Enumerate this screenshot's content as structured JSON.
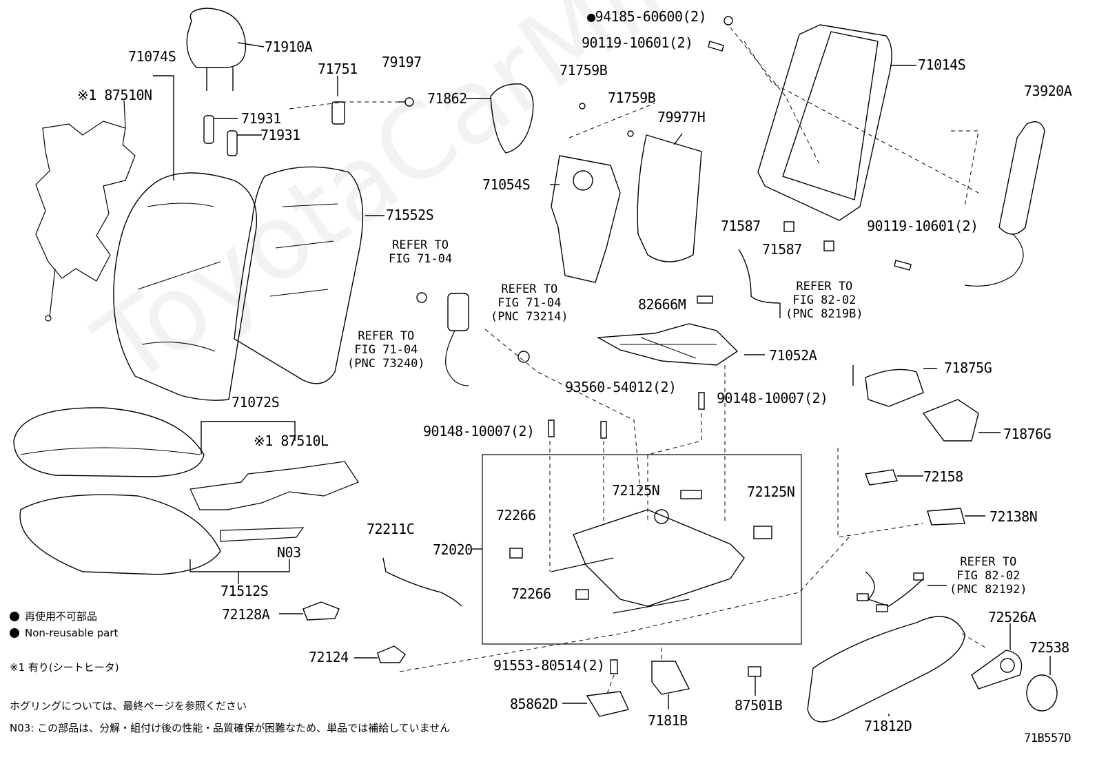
{
  "watermark": "ToyotaCarMine.ru",
  "figure_code": "71B557D",
  "parts": {
    "p71910A": "71910A",
    "p71074S": "71074S",
    "p87510N": "※1 87510N",
    "p71931a": "71931",
    "p71931b": "71931",
    "p71751": "71751",
    "p79197": "79197",
    "p71862": "71862",
    "p71759Ba": "71759B",
    "p71759Bb": "71759B",
    "p94185": "●94185-60600(2)",
    "p90119a": "90119-10601(2)",
    "p71014S": "71014S",
    "p73920A": "73920A",
    "p79977H": "79977H",
    "p71054S": "71054S",
    "p71552S": "71552S",
    "p71587a": "71587",
    "p71587b": "71587",
    "p90119b": "90119-10601(2)",
    "p82666M": "82666M",
    "p71052A": "71052A",
    "p71875G": "71875G",
    "p93560": "93560-54012(2)",
    "p90148a": "90148-10007(2)",
    "p90148b": "90148-10007(2)",
    "p71876G": "71876G",
    "p71072S": "71072S",
    "p87510L": "※1 87510L",
    "p72158": "72158",
    "p72125Na": "72125N",
    "p72125Nb": "72125N",
    "p72138N": "72138N",
    "p72266a": "72266",
    "p72266b": "72266",
    "p72211C": "72211C",
    "p72020": "72020",
    "pN03": "N03",
    "p71512S": "71512S",
    "p72128A": "72128A",
    "p72124": "72124",
    "p72526A": "72526A",
    "p72538": "72538",
    "p91553": "91553-80514(2)",
    "p85862D": "85862D",
    "p7181B": "7181B",
    "p87501B": "87501B",
    "p71812D": "71812D"
  },
  "refs": {
    "r1": [
      "REFER TO",
      "FIG 71-04"
    ],
    "r2": [
      "REFER TO",
      "FIG 71-04",
      "(PNC 73214)"
    ],
    "r3": [
      "REFER TO",
      "FIG 71-04",
      "(PNC 73240)"
    ],
    "r4": [
      "REFER TO",
      "FIG 82-02",
      "(PNC 8219B)"
    ],
    "r5": [
      "REFER TO",
      "FIG 82-02",
      "(PNC 82192)"
    ]
  },
  "legend": {
    "jp": "再使用不可部品",
    "en": "Non-reusable part",
    "heater": "※1 有り(シートヒータ)"
  },
  "notes": {
    "hog_ring": "ホグリングについては、最終ページを参照ください",
    "n03": "N03: この部品は、分解・組付け後の性能・品質確保が困難なため、単品では補給していません"
  }
}
